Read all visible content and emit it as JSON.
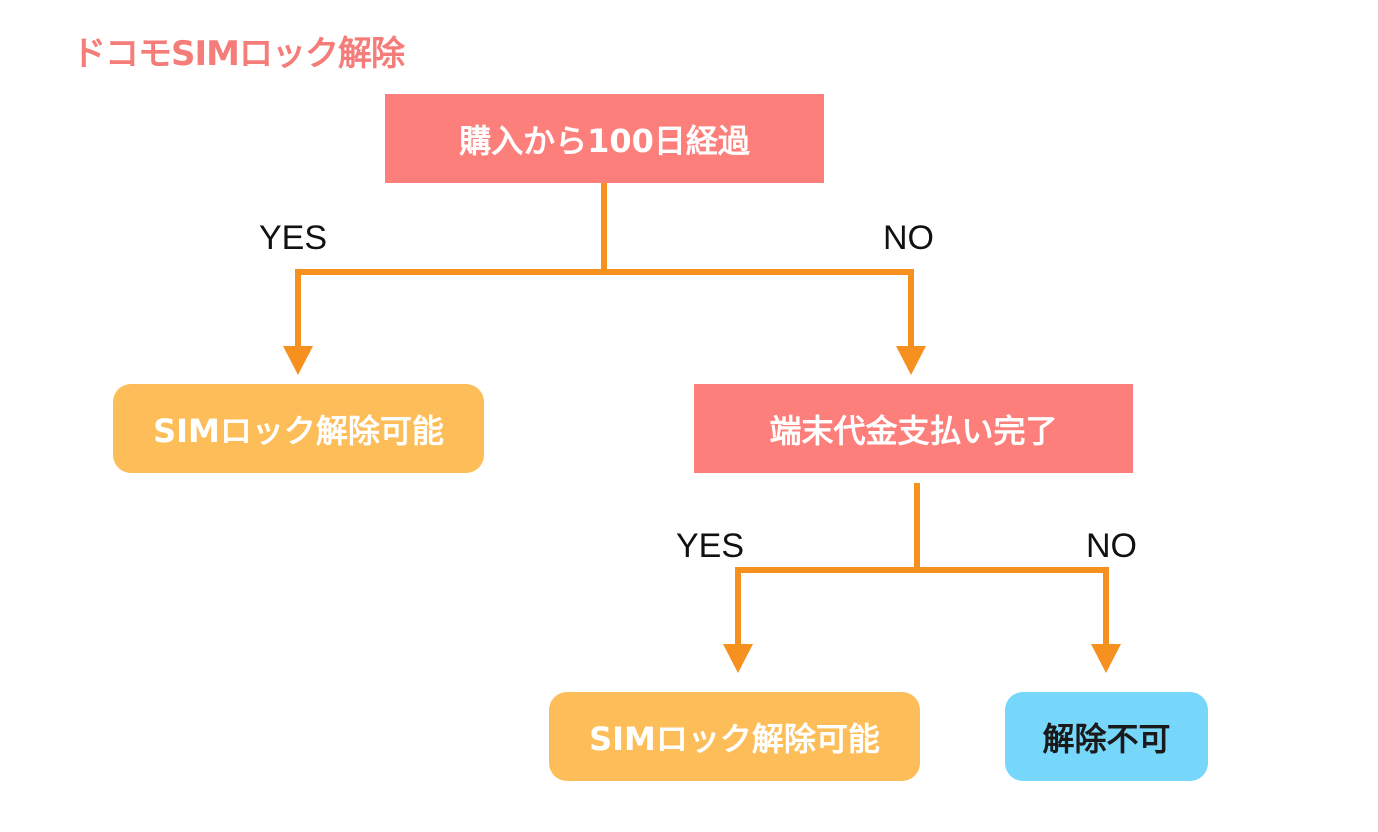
{
  "title": "ドコモSIMロック解除",
  "colors": {
    "title": "#f47d7a",
    "decision": "#fd7f7b",
    "result_ok": "#fdbe5a",
    "result_ng": "#77d7fb",
    "connector": "#f6901e"
  },
  "nodes": {
    "q1": {
      "label": "購入から100日経過"
    },
    "r1": {
      "label": "SIMロック解除可能"
    },
    "q2": {
      "label": "端末代金支払い完了"
    },
    "r2": {
      "label": "SIMロック解除可能"
    },
    "r3": {
      "label": "解除不可"
    }
  },
  "edges": {
    "q1_yes": {
      "label": "YES"
    },
    "q1_no": {
      "label": "NO"
    },
    "q2_yes": {
      "label": "YES"
    },
    "q2_no": {
      "label": "NO"
    }
  }
}
